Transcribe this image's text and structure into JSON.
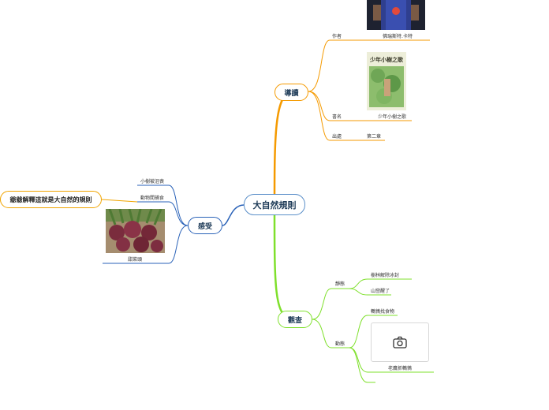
{
  "central": "大自然規則",
  "branches": {
    "reading": {
      "label": "導讀",
      "color": "#f59a00",
      "items": {
        "author": "作者",
        "author_value": "佛瑞斯特.卡特",
        "book": "書名",
        "book_value": "少年小樹之歌",
        "book_cover_title": "少年小樹之歌",
        "source": "出處",
        "source_value": "第二章"
      }
    },
    "feeling": {
      "label": "感受",
      "color": "#2a62b8",
      "items": [
        "小樹被沮喪",
        "動物間捕食",
        "甜菜頭"
      ],
      "explain": "爺爺解釋這就是大自然的規則"
    },
    "observe": {
      "label": "觀查",
      "color": "#7fe02c",
      "static": "靜態",
      "static_items": [
        "樹林解除冰封",
        "山巒醒了"
      ],
      "dynamic": "動態",
      "dynamic_items": [
        "鵪鶉找食物",
        "老鷹抓鵪鶉"
      ]
    }
  }
}
